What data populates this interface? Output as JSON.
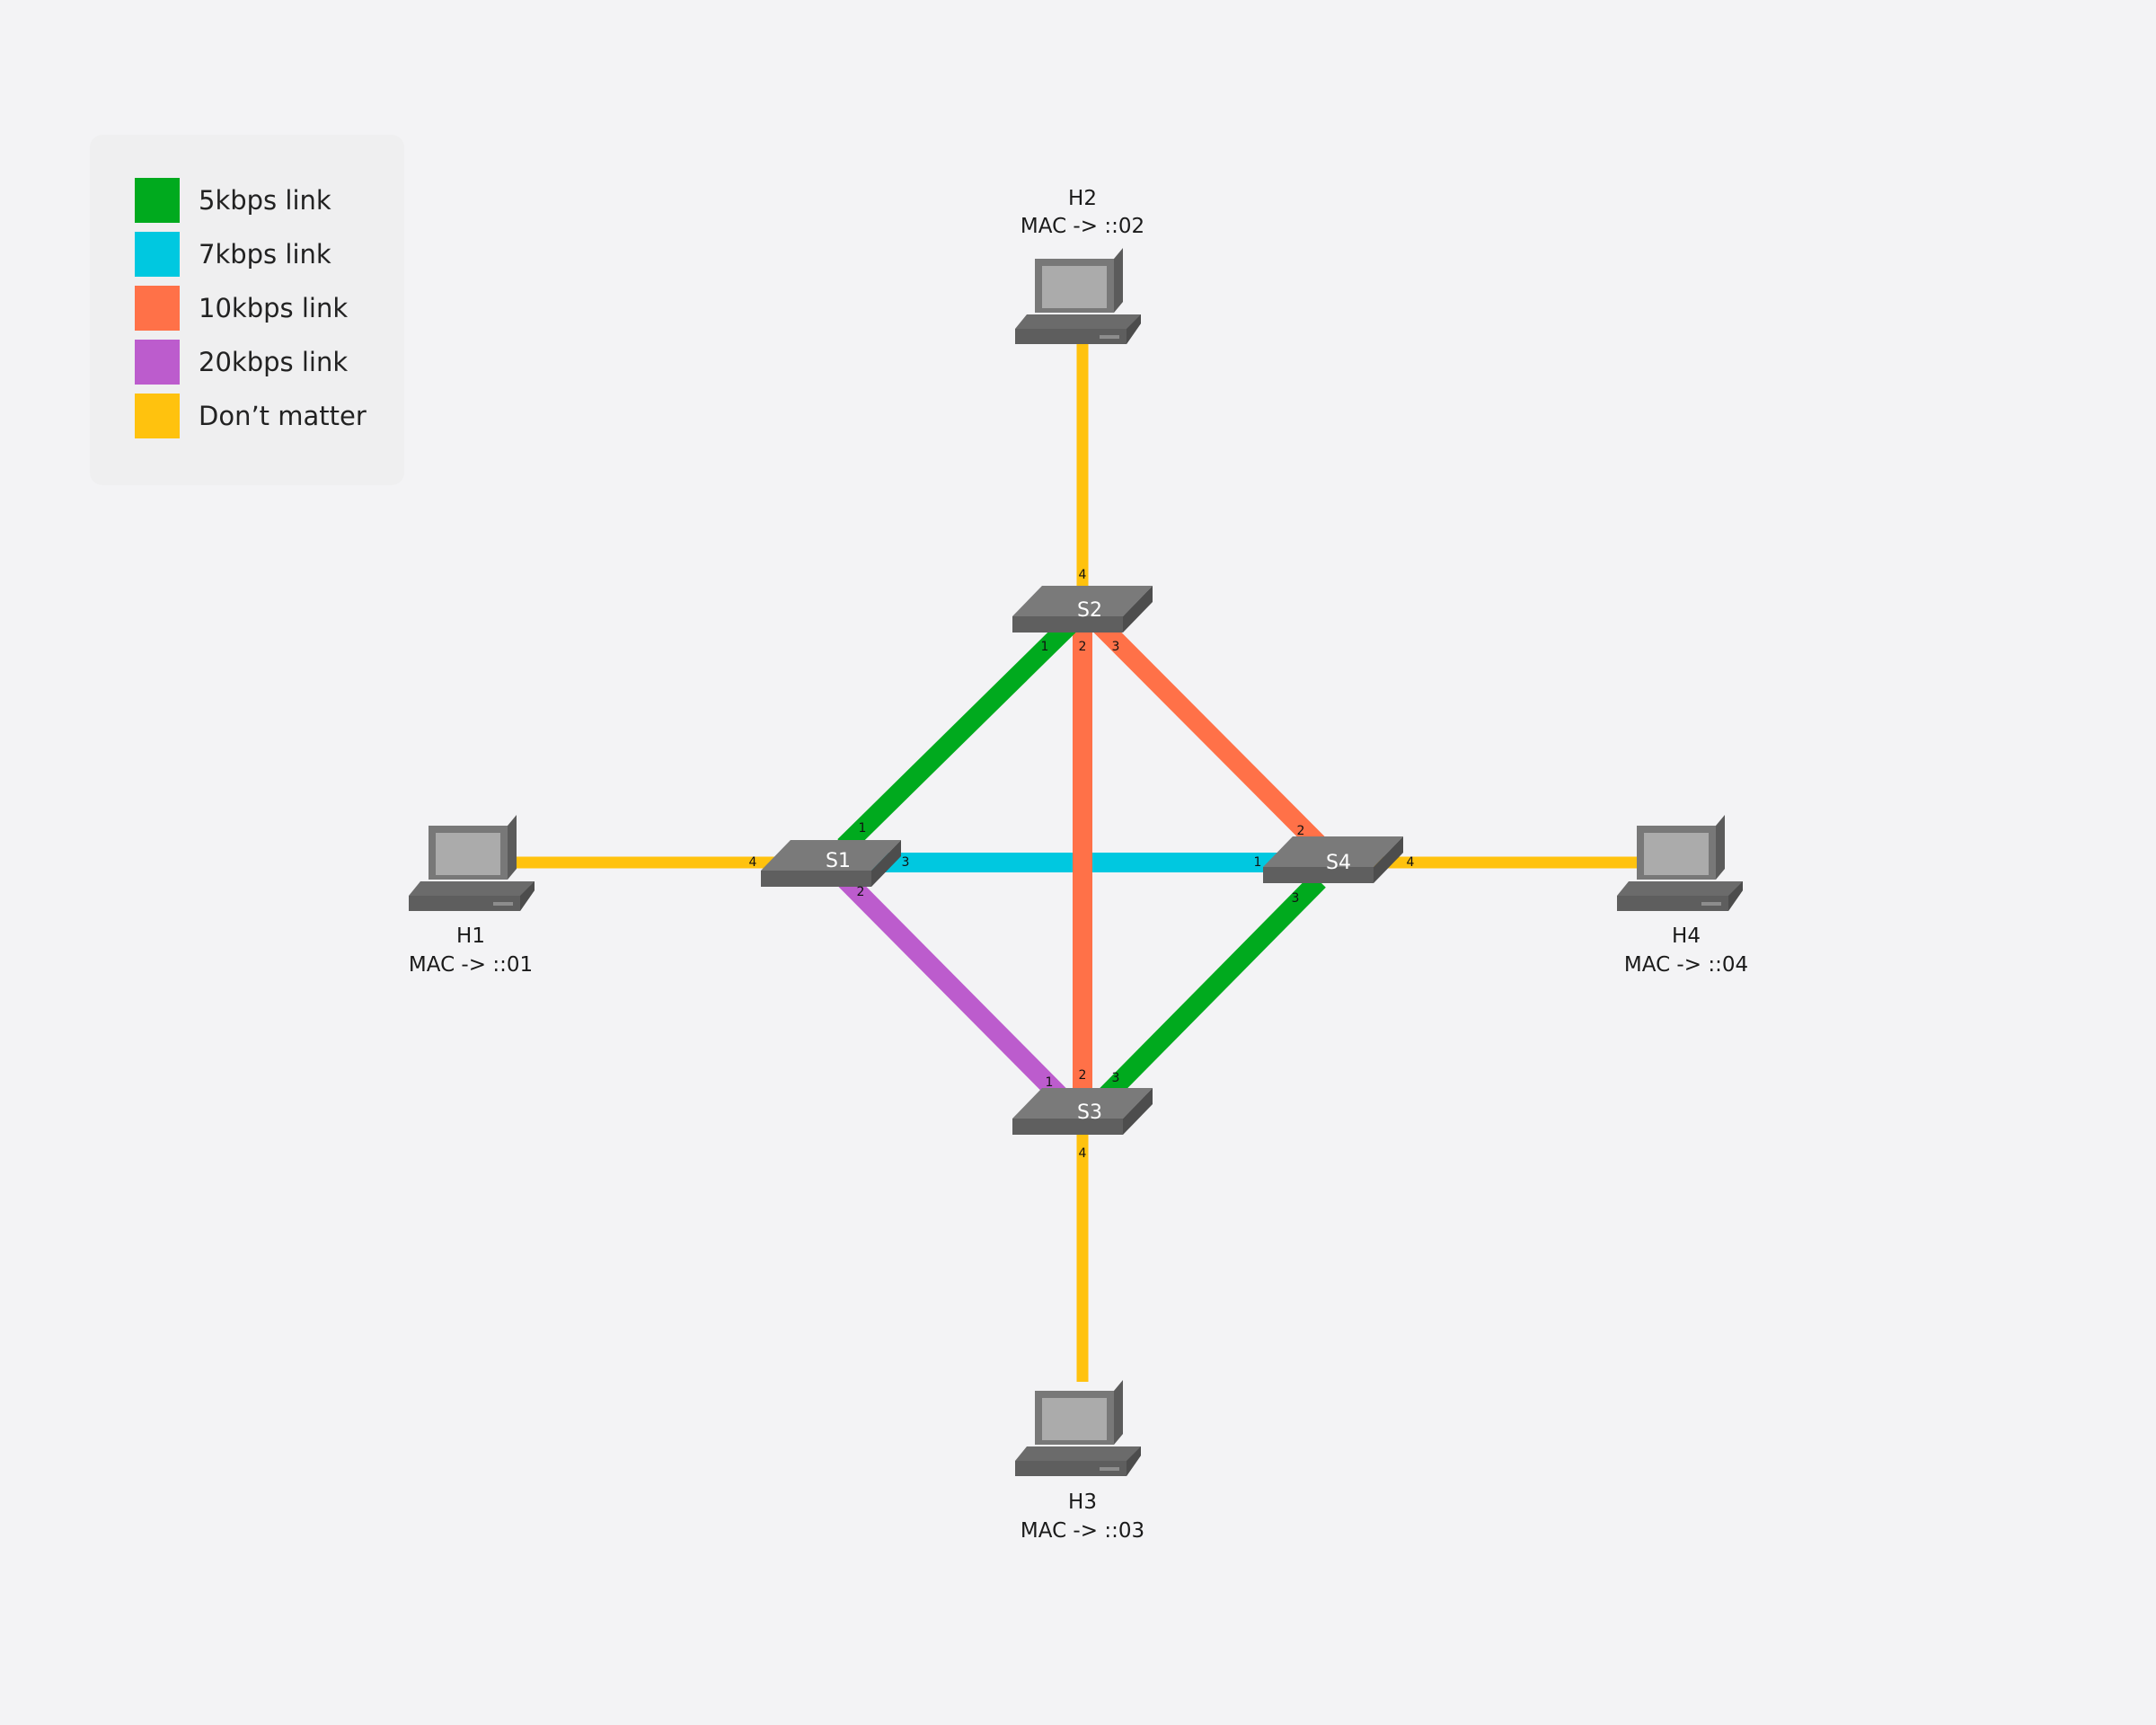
{
  "legend": [
    {
      "label": "5kbps link",
      "color": "#00aa1e"
    },
    {
      "label": "7kbps link",
      "color": "#00c8e0"
    },
    {
      "label": "10kbps link",
      "color": "#ff7148"
    },
    {
      "label": "20kbps link",
      "color": "#bc5ccd"
    },
    {
      "label": "Don’t matter",
      "color": "#ffc20e"
    }
  ],
  "switches": {
    "s1": {
      "label": "S1"
    },
    "s2": {
      "label": "S2"
    },
    "s3": {
      "label": "S3"
    },
    "s4": {
      "label": "S4"
    }
  },
  "hosts": {
    "h1": {
      "name": "H1",
      "mac": "MAC -> ::01"
    },
    "h2": {
      "name": "H2",
      "mac": "MAC -> ::02"
    },
    "h3": {
      "name": "H3",
      "mac": "MAC -> ::03"
    },
    "h4": {
      "name": "H4",
      "mac": "MAC -> ::04"
    }
  },
  "links": [
    {
      "from": "S1",
      "to": "S2",
      "from_port": "1",
      "to_port": "1",
      "type": "5kbps link"
    },
    {
      "from": "S1",
      "to": "S4",
      "from_port": "3",
      "to_port": "1",
      "type": "7kbps link"
    },
    {
      "from": "S2",
      "to": "S3",
      "from_port": "2",
      "to_port": "2",
      "type": "10kbps link"
    },
    {
      "from": "S2",
      "to": "S4",
      "from_port": "3",
      "to_port": "2",
      "type": "10kbps link"
    },
    {
      "from": "S1",
      "to": "S3",
      "from_port": "2",
      "to_port": "1",
      "type": "20kbps link"
    },
    {
      "from": "S4",
      "to": "S3",
      "from_port": "3",
      "to_port": "3",
      "type": "5kbps link"
    },
    {
      "from": "H1",
      "to": "S1",
      "to_port": "4",
      "type": "Don’t matter"
    },
    {
      "from": "H2",
      "to": "S2",
      "to_port": "4",
      "type": "Don’t matter"
    },
    {
      "from": "H3",
      "to": "S3",
      "to_port": "4",
      "type": "Don’t matter"
    },
    {
      "from": "H4",
      "to": "S4",
      "to_port": "4",
      "type": "Don’t matter"
    }
  ]
}
